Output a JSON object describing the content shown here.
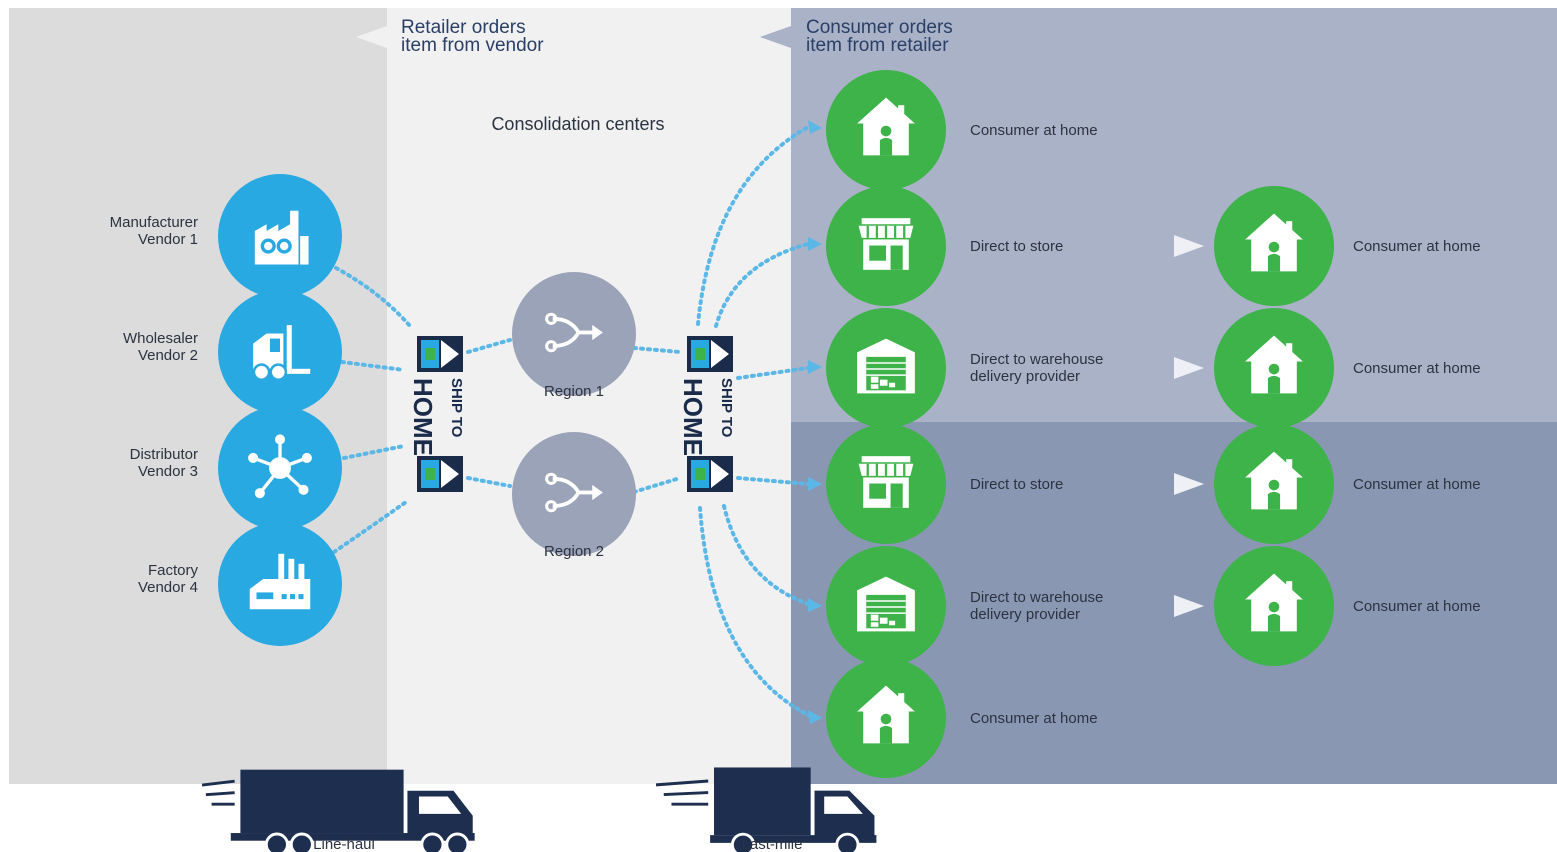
{
  "headers": {
    "retailer": [
      "Retailer orders",
      "item from vendor"
    ],
    "consumer": [
      "Consumer orders",
      "item from retailer"
    ]
  },
  "consolidation_title": "Consolidation centers",
  "vendors": [
    {
      "line1": "Manufacturer",
      "line2": "Vendor 1",
      "icon": "factory-gears-icon"
    },
    {
      "line1": "Wholesaler",
      "line2": "Vendor 2",
      "icon": "forklift-icon"
    },
    {
      "line1": "Distributor",
      "line2": "Vendor 3",
      "icon": "network-hub-icon"
    },
    {
      "line1": "Factory",
      "line2": "Vendor 4",
      "icon": "factory-building-icon"
    }
  ],
  "brand": {
    "ship_to": "SHIP TO",
    "home": "HOME"
  },
  "regions": [
    {
      "label": "Region 1",
      "icon": "merge-arrow-icon"
    },
    {
      "label": "Region 2",
      "icon": "merge-arrow-icon"
    }
  ],
  "destinations": [
    {
      "label": [
        "Consumer at home"
      ],
      "icon": "house-icon",
      "next": null
    },
    {
      "label": [
        "Direct to store"
      ],
      "icon": "store-icon",
      "next": "Consumer at home"
    },
    {
      "label": [
        "Direct to warehouse",
        "delivery provider"
      ],
      "icon": "warehouse-icon",
      "next": "Consumer at home"
    },
    {
      "label": [
        "Direct to store"
      ],
      "icon": "store-icon",
      "next": "Consumer at home"
    },
    {
      "label": [
        "Direct to warehouse",
        "delivery provider"
      ],
      "icon": "warehouse-icon",
      "next": "Consumer at home"
    },
    {
      "label": [
        "Consumer at home"
      ],
      "icon": "house-icon",
      "next": null
    }
  ],
  "trucks": [
    {
      "label": "Line-haul",
      "icon": "semi-truck-icon"
    },
    {
      "label": "Last-mile",
      "icon": "box-truck-icon"
    }
  ],
  "colors": {
    "left_panel": "#dcdcdd",
    "middle_panel": "#f1f1f2",
    "right_panel_top": "#aab2c8",
    "right_panel_bottom": "#8a97b3",
    "vendor_icon": "#29a9e1",
    "region_icon": "#9aa3b8",
    "destination_icon": "#3db34a",
    "truck": "#1d2e4f",
    "dots": "#5bb8e6"
  }
}
